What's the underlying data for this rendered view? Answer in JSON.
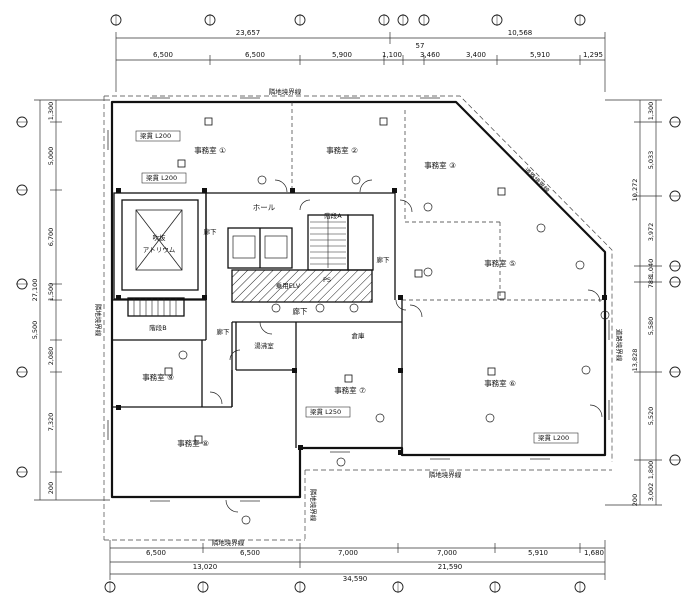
{
  "dimensions": {
    "top_total": "23,657",
    "top_right": "10,568",
    "top_mid": "57",
    "top_segments": [
      "6,500",
      "6,500",
      "5,900",
      "1,100",
      "3,460",
      "3,400",
      "5,910",
      "1,295"
    ],
    "bottom_segments": [
      "6,500",
      "6,500",
      "7,000",
      "7,000",
      "5,910",
      "1,680"
    ],
    "bottom_sub": [
      "13,020",
      "21,590"
    ],
    "bottom_total": "34,590",
    "left_total": "27,100",
    "left_segments": [
      "1,300",
      "5,000",
      "6,700",
      "1,500",
      "5,500",
      "2,080",
      "7,320",
      "200"
    ],
    "right_segments": [
      "1,300",
      "5,033",
      "10,272",
      "3,972",
      "1,040",
      "788",
      "5,580",
      "13,828",
      "5,520",
      "1,800",
      "3,002",
      "200"
    ]
  },
  "rooms": {
    "office1": "事務室 ①",
    "office2": "事務室 ②",
    "office3": "事務室 ③",
    "office5": "事務室 ⑤",
    "office6": "事務室 ⑥",
    "office7": "事務室 ⑦",
    "office8": "事務室 ⑧",
    "office9": "事務室 ⑨",
    "hall": "ホール",
    "corridor": "廊下",
    "corridor_left": "廊下",
    "corridor_right": "廊下",
    "corridor_mid": "廊下",
    "stair_b": "階段B",
    "stair_a": "階段A",
    "elevator_hall": "乗用ELV",
    "pantry": "湯沸室",
    "warehouse": "倉庫",
    "atrium": "吹抜",
    "atrium_sub": "アトリウム",
    "ps": "PS"
  },
  "notes": {
    "ceiling1": "梁貫 L200",
    "ceiling2": "梁貫 L200",
    "ceiling3": "梁貫 L250",
    "ceiling4": "梁貫 L200",
    "boundary_top": "隣地境界線",
    "boundary_left": "隣地境界線",
    "boundary_bottom_left": "隣地境界線",
    "boundary_bottom_right": "隣地境界線",
    "road_right": "道路境界線",
    "road_diag": "道路境界線",
    "boundary_bottom_vert": "隣地境界線"
  }
}
